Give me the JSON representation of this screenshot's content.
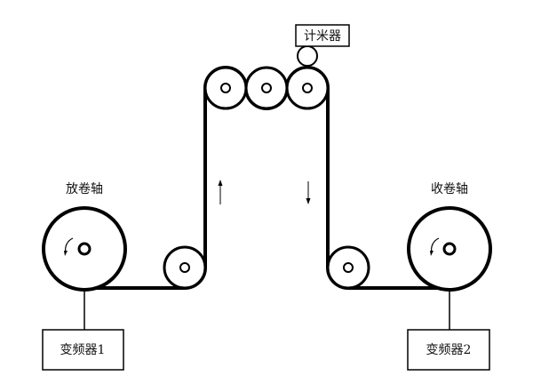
{
  "labels": {
    "unwind_shaft": "放卷轴",
    "rewind_shaft": "收卷轴",
    "meter_counter": "计米器",
    "inverter_1": "变频器1",
    "inverter_2": "变频器2"
  },
  "icons": {
    "upward_arrow": "arrow-up-icon",
    "downward_arrow": "arrow-down-icon",
    "rotation": "rotation-arrow-icon"
  },
  "colors": {
    "line": "#000000",
    "background": "#ffffff"
  }
}
